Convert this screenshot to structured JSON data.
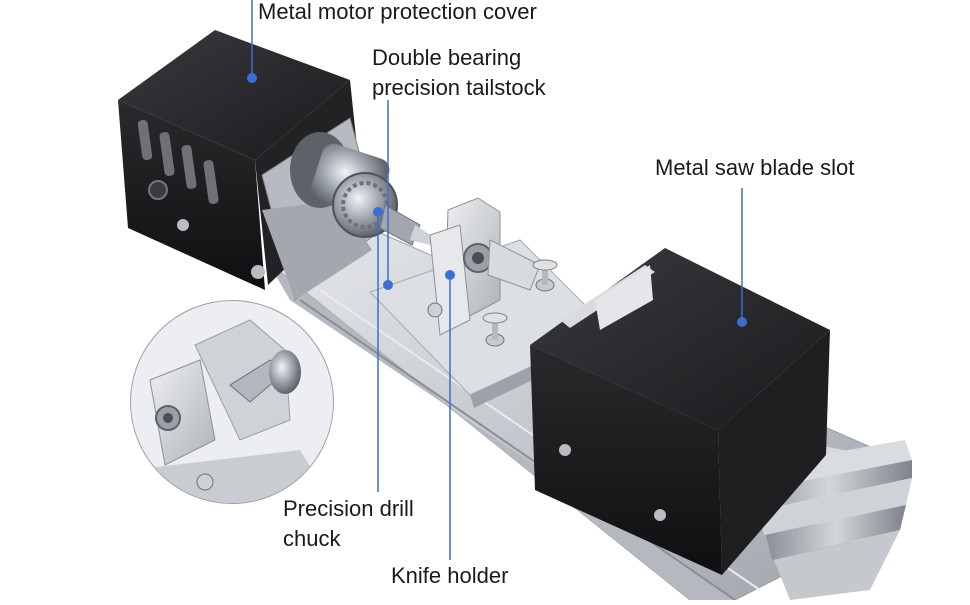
{
  "labels": {
    "motor_cover": "Metal motor protection cover",
    "tailstock_line1": "Double bearing",
    "tailstock_line2": "precision tailstock",
    "saw_slot": "Metal saw blade slot",
    "drill_chuck_line1": "Precision drill",
    "drill_chuck_line2": "chuck",
    "knife_holder": "Knife holder"
  },
  "colors": {
    "callout_line": "#3b6fd1",
    "callout_dot": "#3b6fd1",
    "label_text": "#1a1a1a",
    "motor_black": "#1c1c1e",
    "aluminum": "#c9ccd1",
    "aluminum_dark": "#8e9299"
  },
  "icons": {
    "callout_marker": "dot"
  }
}
